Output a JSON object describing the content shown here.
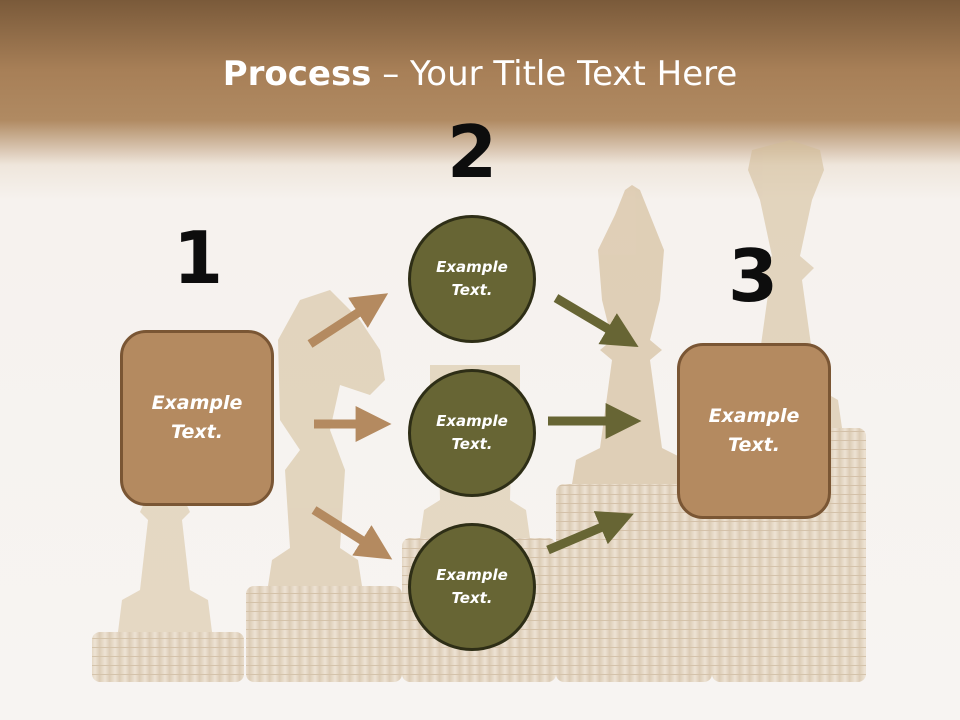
{
  "title": {
    "bold": "Process",
    "rest": " – Your Title Text Here"
  },
  "steps": {
    "one": "1",
    "two": "2",
    "three": "3"
  },
  "left_box": {
    "line1": "Example",
    "line2": "Text."
  },
  "right_box": {
    "line1": "Example",
    "line2": "Text."
  },
  "circles": [
    {
      "line1": "Example",
      "line2": "Text."
    },
    {
      "line1": "Example",
      "line2": "Text."
    },
    {
      "line1": "Example",
      "line2": "Text."
    }
  ],
  "colors": {
    "box_fill": "#b48a60",
    "box_border": "#7a5634",
    "circle_fill": "#676534",
    "circle_border": "#2e2e16",
    "arrow_left": "#b48a60",
    "arrow_right": "#676534",
    "header": "#a77f57"
  }
}
